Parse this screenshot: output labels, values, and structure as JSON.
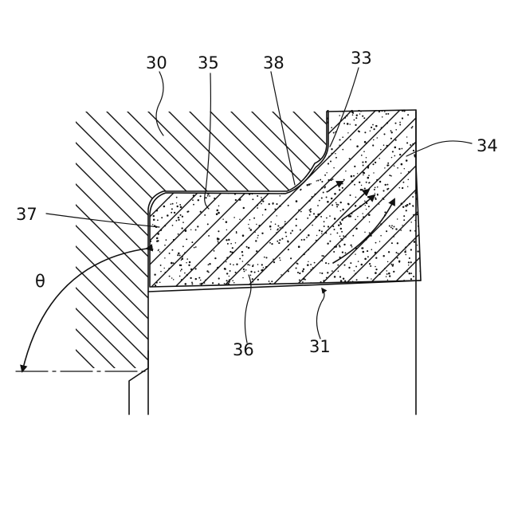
{
  "labels": {
    "l30": "30",
    "l35": "35",
    "l38": "38",
    "l33": "33",
    "l34": "34",
    "l37": "37",
    "l36": "36",
    "l31": "31",
    "theta": "θ"
  },
  "colors": {
    "ink": "#111111",
    "background": "#ffffff"
  }
}
